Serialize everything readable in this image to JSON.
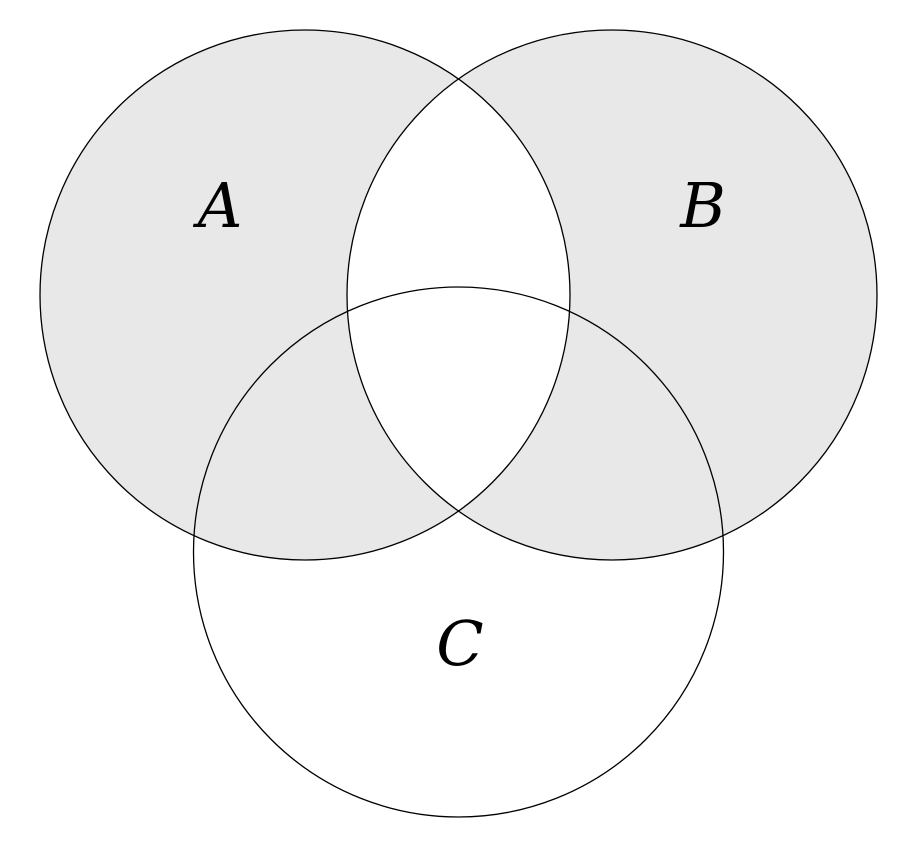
{
  "diagram": {
    "type": "venn",
    "description": "Three-circle Venn diagram with circles A and B on top and circle C below; the shaded region is the symmetric difference of A and B (all of A and B except their intersection); the lens A∩B and the C-only region are unshaded",
    "sets": {
      "a": {
        "label": "A"
      },
      "b": {
        "label": "B"
      },
      "c": {
        "label": "C"
      }
    },
    "shaded_region": "(A ∪ B) − (A ∩ B)",
    "unshaded_regions": [
      "A ∩ B",
      "A ∩ B ∩ C",
      "C only",
      "outside"
    ],
    "colors": {
      "shade": "#e8e8e8",
      "stroke": "#000000",
      "background": "#ffffff"
    }
  }
}
